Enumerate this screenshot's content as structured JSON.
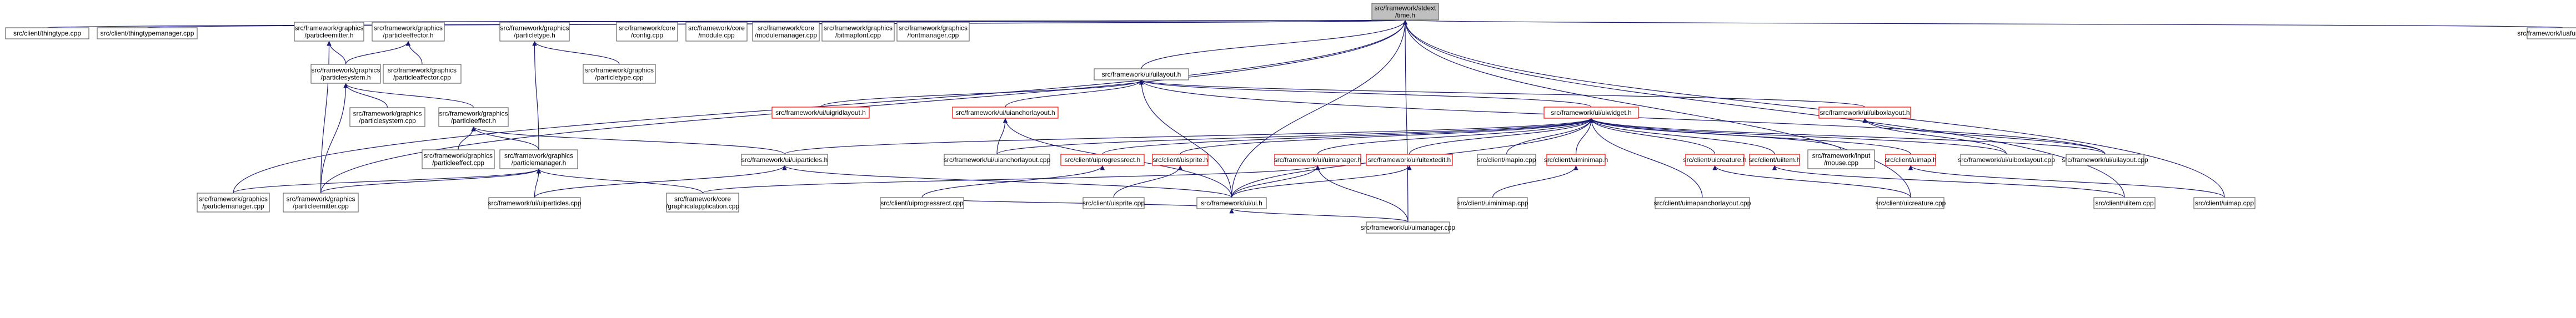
{
  "diagram": {
    "type": "include-dependency-graph",
    "colors": {
      "edge": "#191970",
      "node_border": "#666666",
      "external_border": "#ff0000",
      "root_fill": "#bfbfbf"
    },
    "nodes": [
      {
        "id": "n0",
        "lines": [
          "src/framework/stdext",
          "/time.h"
        ],
        "style": "root"
      },
      {
        "id": "n1",
        "lines": [
          "src/client/thingtype.cpp"
        ]
      },
      {
        "id": "n2",
        "lines": [
          "src/client/thingtypemanager.cpp"
        ]
      },
      {
        "id": "n3",
        "lines": [
          "src/framework/graphics",
          "/particleemitter.h"
        ]
      },
      {
        "id": "n4",
        "lines": [
          "src/framework/graphics",
          "/particleeffector.h"
        ]
      },
      {
        "id": "n5",
        "lines": [
          "src/framework/graphics",
          "/particletype.h"
        ]
      },
      {
        "id": "n6",
        "lines": [
          "src/framework/core",
          "/config.cpp"
        ]
      },
      {
        "id": "n7",
        "lines": [
          "src/framework/core",
          "/module.cpp"
        ]
      },
      {
        "id": "n8",
        "lines": [
          "src/framework/core",
          "/modulemanager.cpp"
        ]
      },
      {
        "id": "n9",
        "lines": [
          "src/framework/graphics",
          "/bitmapfont.cpp"
        ]
      },
      {
        "id": "n10",
        "lines": [
          "src/framework/graphics",
          "/fontmanager.cpp"
        ]
      },
      {
        "id": "n11",
        "lines": [
          "src/framework/luafunctions.cpp"
        ]
      },
      {
        "id": "n12",
        "lines": [
          "src/framework/graphics",
          "/particlesystem.h"
        ]
      },
      {
        "id": "n13",
        "lines": [
          "src/framework/graphics",
          "/particleaffector.cpp"
        ]
      },
      {
        "id": "n14",
        "lines": [
          "src/framework/graphics",
          "/particletype.cpp"
        ]
      },
      {
        "id": "n15",
        "lines": [
          "src/framework/ui/uilayout.h"
        ]
      },
      {
        "id": "n16",
        "lines": [
          "src/framework/graphics",
          "/particlesystem.cpp"
        ]
      },
      {
        "id": "n17",
        "lines": [
          "src/framework/graphics",
          "/particleeffect.h"
        ]
      },
      {
        "id": "n18",
        "lines": [
          "src/framework/ui/uigridlayout.h"
        ],
        "style": "red"
      },
      {
        "id": "n19",
        "lines": [
          "src/framework/ui/uianchorlayout.h"
        ],
        "style": "red"
      },
      {
        "id": "n20",
        "lines": [
          "src/framework/ui/uiwidget.h"
        ],
        "style": "red"
      },
      {
        "id": "n21",
        "lines": [
          "src/framework/ui/uiboxlayout.h"
        ],
        "style": "red"
      },
      {
        "id": "n22",
        "lines": [
          "src/framework/graphics",
          "/particleeffect.cpp"
        ]
      },
      {
        "id": "n23",
        "lines": [
          "src/framework/graphics",
          "/particlemanager.h"
        ]
      },
      {
        "id": "n24",
        "lines": [
          "src/framework/ui/uiparticles.h"
        ]
      },
      {
        "id": "n25",
        "lines": [
          "src/framework/ui/uianchorlayout.cpp"
        ]
      },
      {
        "id": "n26",
        "lines": [
          "src/client/uiprogressrect.h"
        ],
        "style": "red"
      },
      {
        "id": "n27",
        "lines": [
          "src/client/uisprite.h"
        ],
        "style": "red"
      },
      {
        "id": "n28",
        "lines": [
          "src/framework/ui/uimanager.h"
        ],
        "style": "red"
      },
      {
        "id": "n29",
        "lines": [
          "src/framework/ui/uitextedit.h"
        ],
        "style": "red"
      },
      {
        "id": "n30",
        "lines": [
          "src/client/mapio.cpp"
        ]
      },
      {
        "id": "n31",
        "lines": [
          "src/client/uiminimap.h"
        ],
        "style": "red"
      },
      {
        "id": "n32",
        "lines": [
          "src/client/uicreature.h"
        ],
        "style": "red"
      },
      {
        "id": "n33",
        "lines": [
          "src/client/uiitem.h"
        ],
        "style": "red"
      },
      {
        "id": "n34",
        "lines": [
          "src/framework/input",
          "/mouse.cpp"
        ]
      },
      {
        "id": "n35",
        "lines": [
          "src/client/uimap.h"
        ],
        "style": "red"
      },
      {
        "id": "n36",
        "lines": [
          "src/framework/ui/uiboxlayout.cpp"
        ]
      },
      {
        "id": "n37",
        "lines": [
          "src/framework/ui/uilayout.cpp"
        ]
      },
      {
        "id": "n38",
        "lines": [
          "src/framework/graphics",
          "/particlemanager.cpp"
        ]
      },
      {
        "id": "n39",
        "lines": [
          "src/framework/graphics",
          "/particleemitter.cpp"
        ]
      },
      {
        "id": "n40",
        "lines": [
          "src/framework/ui/uiparticles.cpp"
        ]
      },
      {
        "id": "n41",
        "lines": [
          "src/framework/core",
          "/graphicalapplication.cpp"
        ]
      },
      {
        "id": "n42",
        "lines": [
          "src/client/uiprogressrect.cpp"
        ]
      },
      {
        "id": "n43",
        "lines": [
          "src/client/uisprite.cpp"
        ]
      },
      {
        "id": "n44",
        "lines": [
          "src/framework/ui/ui.h"
        ]
      },
      {
        "id": "n45",
        "lines": [
          "src/client/uiminimap.cpp"
        ]
      },
      {
        "id": "n46",
        "lines": [
          "src/client/uimapanchorlayout.cpp"
        ]
      },
      {
        "id": "n47",
        "lines": [
          "src/client/uicreature.cpp"
        ]
      },
      {
        "id": "n48",
        "lines": [
          "src/client/uiitem.cpp"
        ]
      },
      {
        "id": "n49",
        "lines": [
          "src/client/uimap.cpp"
        ]
      },
      {
        "id": "n50",
        "lines": [
          "src/framework/ui/uimanager.cpp"
        ]
      }
    ]
  }
}
